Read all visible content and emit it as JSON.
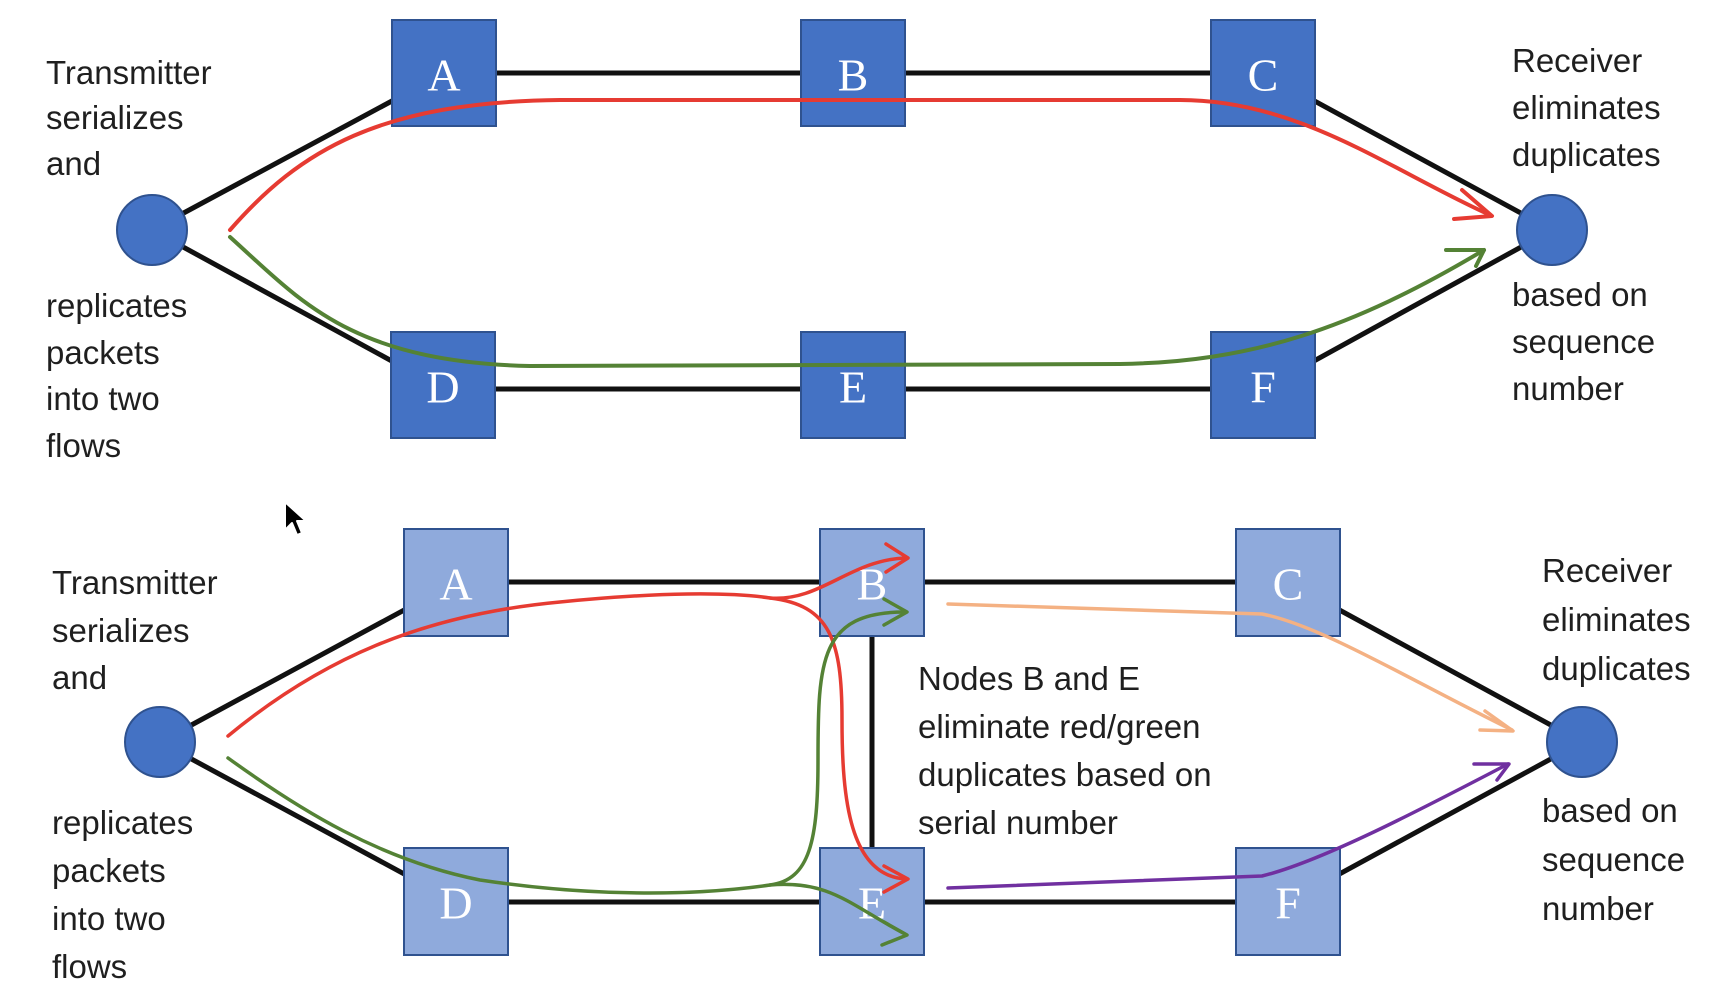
{
  "colors": {
    "node_dark": "#4472c4",
    "node_dark_border": "#2f528f",
    "node_light": "#8faadc",
    "node_light_border": "#2f528f",
    "endpoint": "#4472c4",
    "link": "#111111",
    "red_flow": "#e63b32",
    "green_flow": "#548235",
    "orange_flow": "#f4b183",
    "purple_flow": "#7030a0"
  },
  "top": {
    "nodes": [
      "A",
      "B",
      "C",
      "D",
      "E",
      "F"
    ],
    "transmitter_text_1": [
      "Transmitter",
      "serializes",
      "and"
    ],
    "transmitter_text_2": [
      "replicates",
      "packets",
      "into two",
      "flows"
    ],
    "receiver_text_1": [
      "Receiver",
      "eliminates",
      "duplicates"
    ],
    "receiver_text_2": [
      "based on",
      "sequence",
      "number"
    ]
  },
  "bottom": {
    "nodes": [
      "A",
      "B",
      "C",
      "D",
      "E",
      "F"
    ],
    "transmitter_text_1": [
      "Transmitter",
      "serializes",
      "and"
    ],
    "transmitter_text_2": [
      "replicates",
      "packets",
      "into two",
      "flows"
    ],
    "receiver_text_1": [
      "Receiver",
      "eliminates",
      "duplicates"
    ],
    "receiver_text_2": [
      "based on",
      "sequence",
      "number"
    ],
    "note": [
      "Nodes B and E",
      "eliminate red/green",
      "duplicates based on",
      "serial number"
    ]
  },
  "icons": {
    "cursor": "mouse-pointer-icon"
  }
}
